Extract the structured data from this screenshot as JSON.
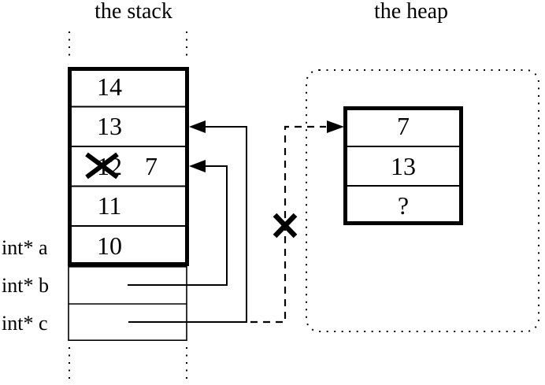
{
  "titles": {
    "stack": "the stack",
    "heap": "the heap"
  },
  "stack": {
    "frame_values": [
      "14",
      "13",
      "12",
      "11",
      "10"
    ],
    "crossed_out_value": "12",
    "replacement_value": "7",
    "pointer_vars": [
      {
        "label": "int* a"
      },
      {
        "label": "int* b"
      },
      {
        "label": "int* c"
      }
    ]
  },
  "heap": {
    "block_values": [
      "7",
      "13",
      "?"
    ]
  },
  "icons": [
    "arrowhead-icon",
    "deleted-pointer-x-icon",
    "overwritten-value-x-icon"
  ],
  "colors": {
    "ink": "#000000",
    "background": "#ffffff"
  }
}
